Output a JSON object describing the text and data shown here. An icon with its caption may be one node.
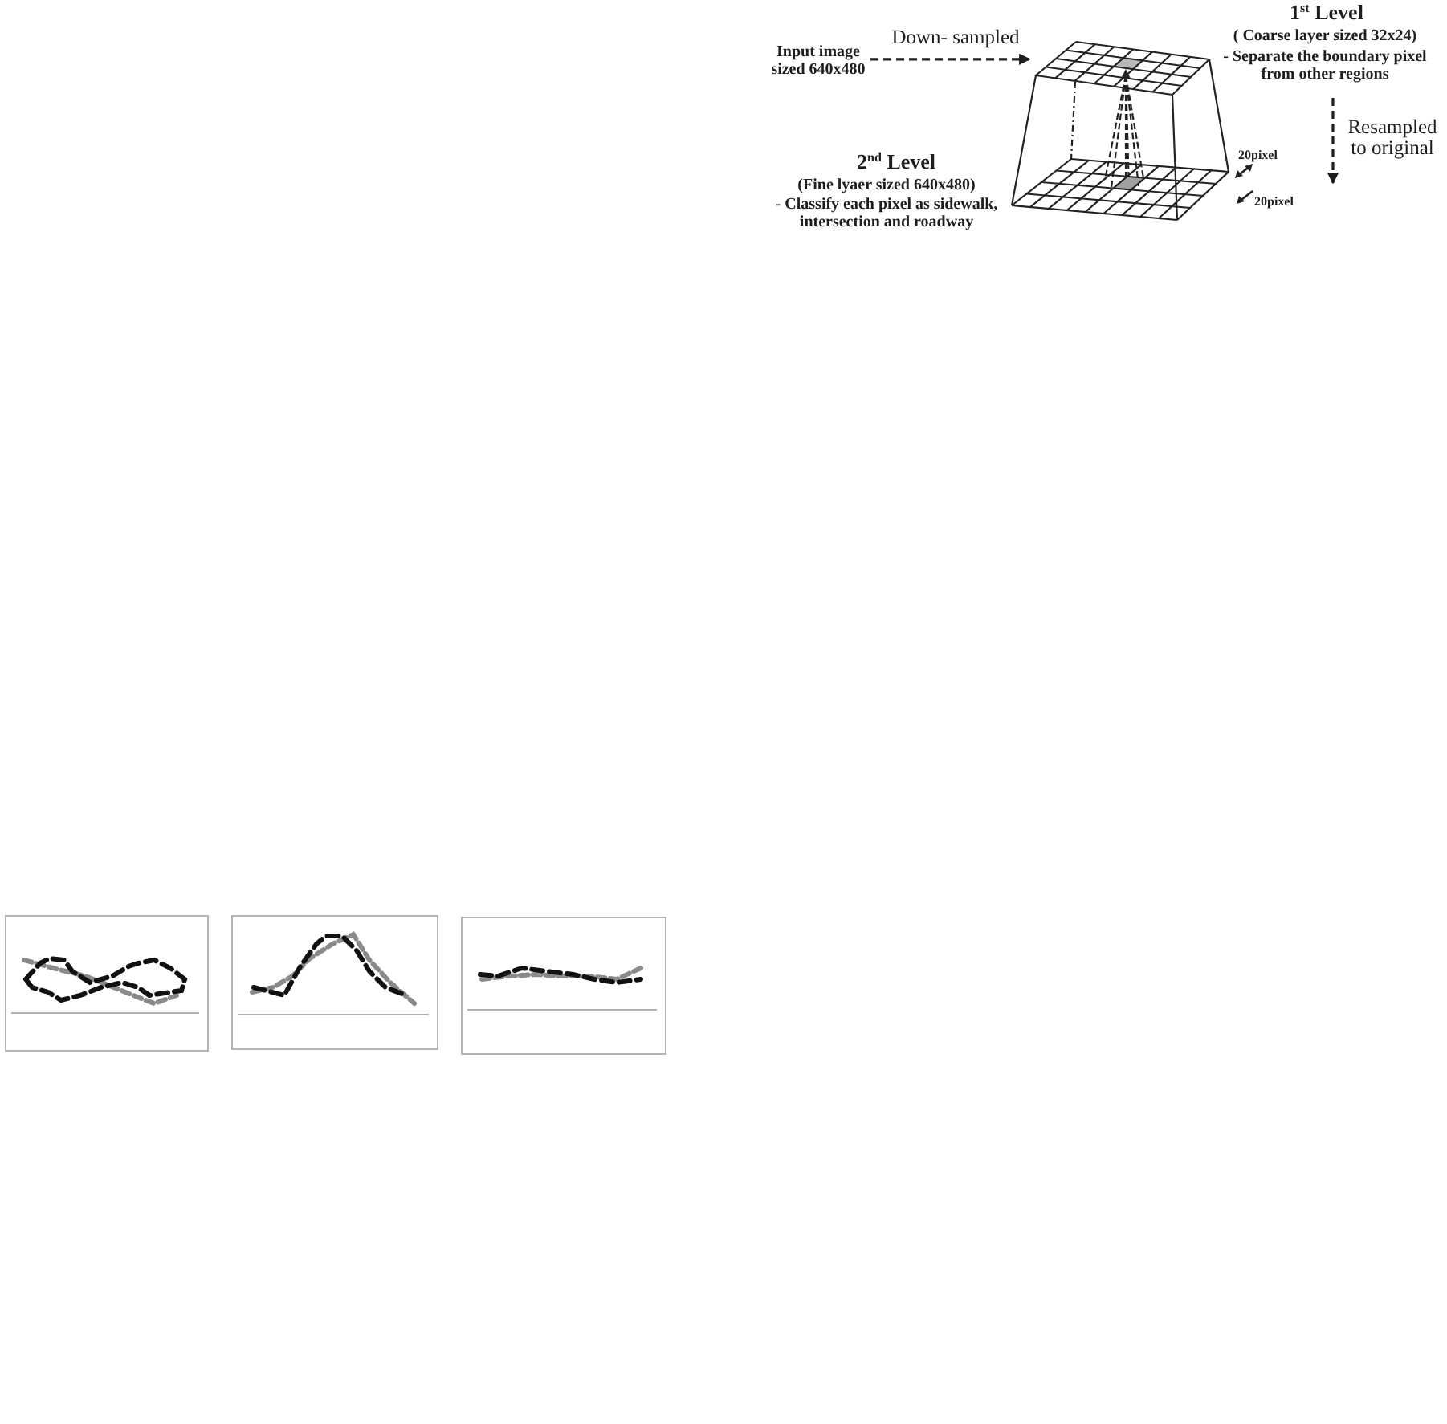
{
  "diagram": {
    "nodes": [
      {
        "text": [
          "Input image sized 640x480"
        ]
      },
      {
        "text": [
          "1$^{st}$ Level",
          "( Coarse layer sized 32x24)",
          "- Separate the boundary pixel from other regions"
        ]
      },
      {
        "text": [
          "2$^{nd}$ Level",
          "(Fine lyaer sized 640x480)",
          "- Classify each pixel as sidewalk, intersection and roadway"
        ]
      }
    ],
    "edges": [
      {
        "from": 0,
        "to": 1,
        "arrow": "to",
        "style": "dashed",
        "label": "Down- sampled"
      },
      {
        "from": 1,
        "to": null,
        "arrow": "to",
        "style": "dashed",
        "label": "Resampled to original"
      }
    ],
    "labels": [
      "20pixel",
      "20pixel"
    ]
  }
}
